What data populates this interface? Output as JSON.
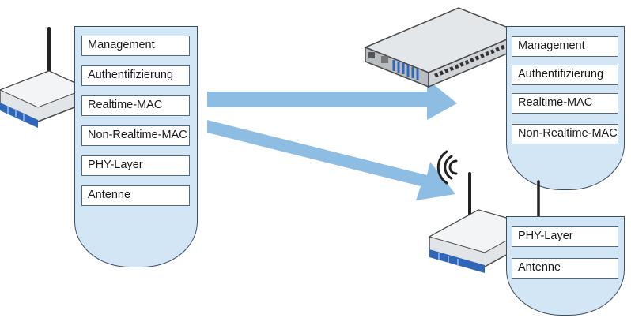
{
  "left_stack": {
    "layers": [
      "Management",
      "Authentifizierung",
      "Realtime-MAC",
      "Non-Realtime-MAC",
      "PHY-Layer",
      "Antenne"
    ]
  },
  "controller_stack": {
    "layers": [
      "Management",
      "Authentifizierung",
      "Realtime-MAC",
      "Non-Realtime-MAC"
    ]
  },
  "ap_stack": {
    "layers": [
      "PHY-Layer",
      "Antenne"
    ]
  },
  "icons": {
    "left_device": "wireless-access-point-icon",
    "controller_device": "wlan-controller-switch-icon",
    "right_device": "wireless-access-point-icon",
    "signal": "wireless-signal-icon"
  },
  "colors": {
    "panel_fill": "#d3e6f6",
    "arrow_fill": "#8ebde4",
    "device_body": "#e2e5e8",
    "device_stripe": "#2f66b7"
  }
}
